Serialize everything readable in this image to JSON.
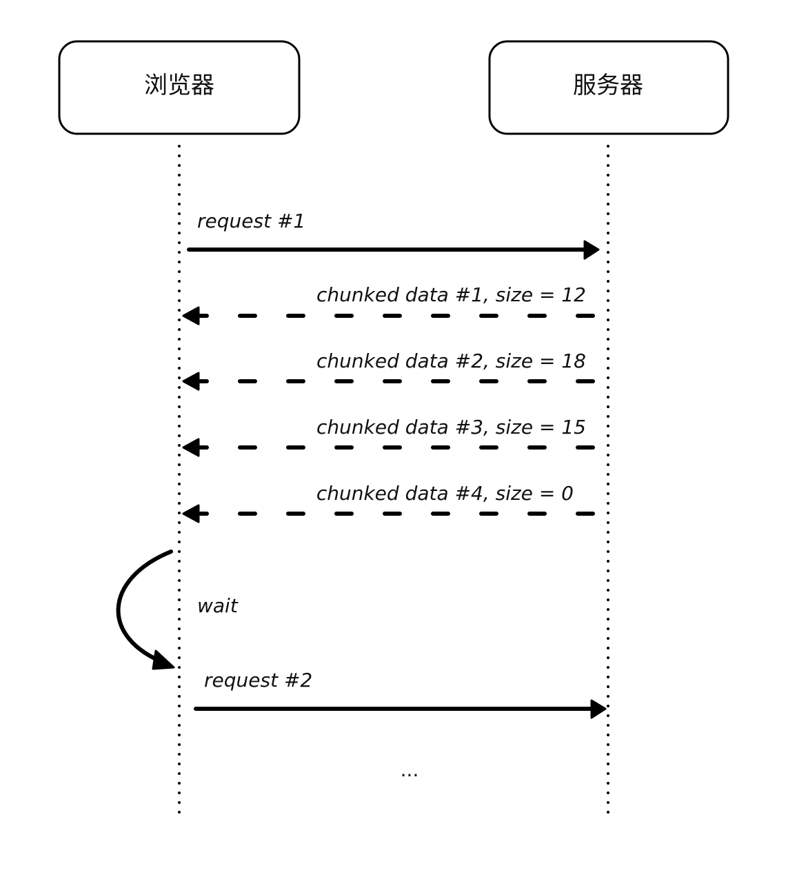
{
  "diagram": {
    "type": "sequence",
    "participants": [
      {
        "id": "browser",
        "label": "浏览器"
      },
      {
        "id": "server",
        "label": "服务器"
      }
    ],
    "messages": [
      {
        "from": "browser",
        "to": "server",
        "style": "solid",
        "label": "request #1"
      },
      {
        "from": "server",
        "to": "browser",
        "style": "dashed",
        "label": "chunked data #1, size = 12"
      },
      {
        "from": "server",
        "to": "browser",
        "style": "dashed",
        "label": "chunked data #2, size = 18"
      },
      {
        "from": "server",
        "to": "browser",
        "style": "dashed",
        "label": "chunked data #3, size = 15"
      },
      {
        "from": "server",
        "to": "browser",
        "style": "dashed",
        "label": "chunked data #4, size = 0"
      },
      {
        "from": "browser",
        "to": "browser",
        "style": "curved",
        "label": "wait"
      },
      {
        "from": "browser",
        "to": "server",
        "style": "solid",
        "label": "request #2"
      }
    ],
    "continuation": "..."
  }
}
